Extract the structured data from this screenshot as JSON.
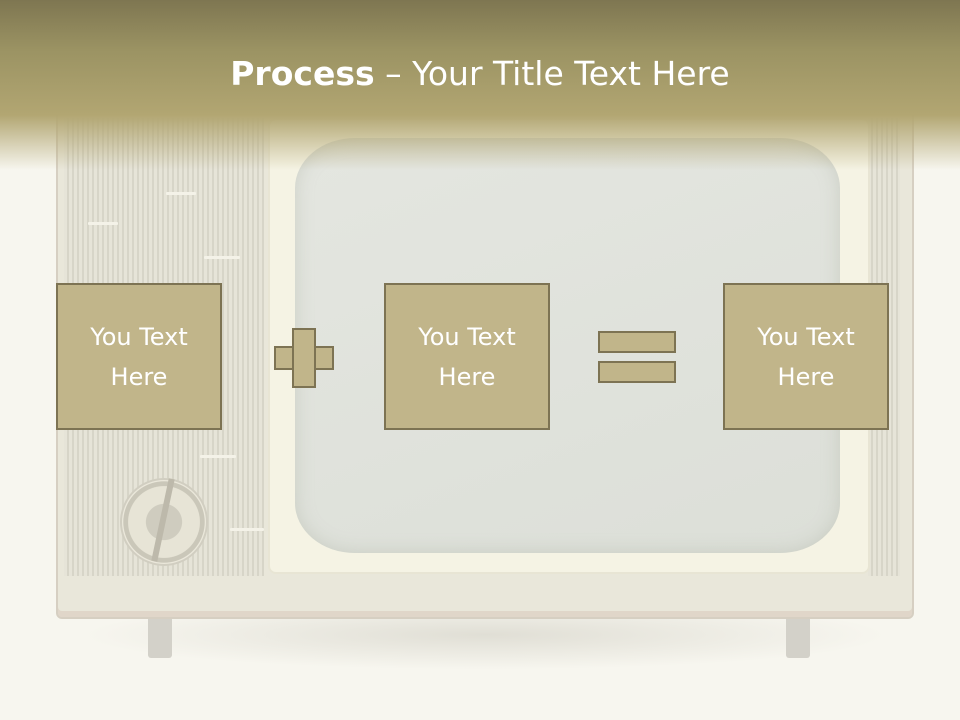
{
  "slide": {
    "title_bold": "Process",
    "title_rest": " – Your Title Text Here"
  },
  "process": {
    "boxes": [
      {
        "line1": "You Text",
        "line2": "Here"
      },
      {
        "line1": "You Text",
        "line2": "Here"
      },
      {
        "line1": "You Text",
        "line2": "Here"
      }
    ],
    "operators": [
      "plus",
      "equals"
    ]
  },
  "colors": {
    "header": "#9b9363",
    "box_fill": "#c1b58a",
    "box_border": "#7d7353",
    "text": "#ffffff"
  }
}
